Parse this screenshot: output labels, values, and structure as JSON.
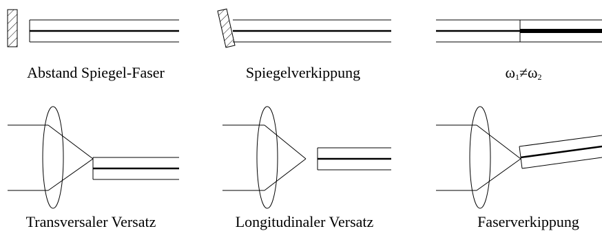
{
  "captions": {
    "mirror_distance": "Abstand Spiegel-Faser",
    "mirror_tilt": "Spiegelverkippung",
    "mode_mismatch": {
      "omega": "ω",
      "sub1": "1",
      "ne": "≠",
      "sub2": "2"
    },
    "transverse_offset": "Transversaler Versatz",
    "longitudinal_offset": "Longitudinaler Versatz",
    "fiber_tilt": "Faserverkippung"
  }
}
